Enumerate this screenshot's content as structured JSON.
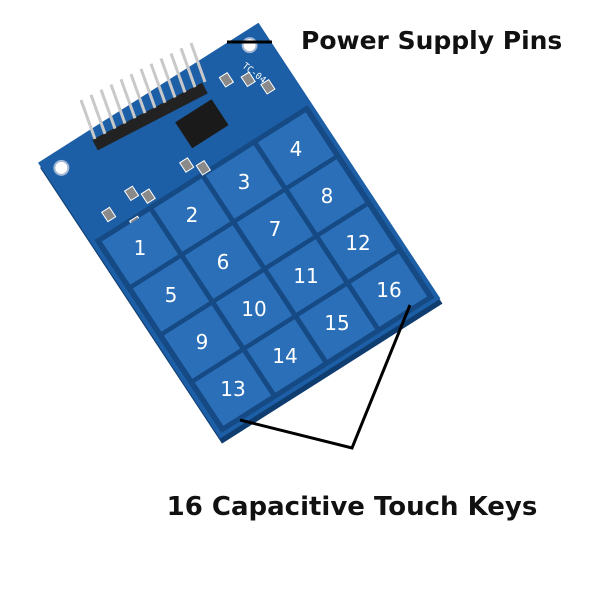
{
  "annotations": {
    "power_supply_pins": "Power Supply Pins",
    "touch_keys": "16 Capacitive Touch Keys"
  },
  "board": {
    "silkscreen": "TC-04",
    "key_labels": [
      [
        "1",
        "2",
        "3",
        "4"
      ],
      [
        "5",
        "6",
        "7",
        "8"
      ],
      [
        "9",
        "10",
        "11",
        "12"
      ],
      [
        "13",
        "14",
        "15",
        "16"
      ]
    ],
    "pin_count": 12
  },
  "colors": {
    "board": "#1d5fa6",
    "key": "#2b6fb8",
    "groove": "#164a85",
    "pin": "#c9c9c9",
    "header": "#222222"
  }
}
